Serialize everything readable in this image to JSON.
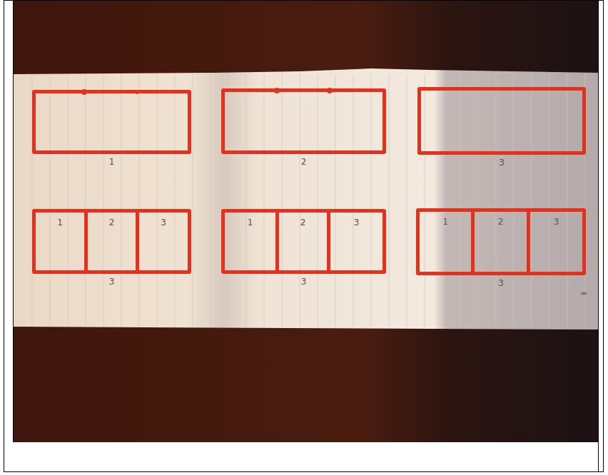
{
  "diagram": {
    "nodes": [
      {
        "text": [
          "1"
        ]
      },
      {
        "text": [
          "2"
        ]
      },
      {
        "text": [
          "3"
        ]
      },
      {
        "text": [
          "3"
        ]
      },
      {
        "text": [
          "1"
        ],
        "in": 3
      },
      {
        "text": [
          "2"
        ],
        "in": 3
      },
      {
        "text": [
          "3"
        ],
        "in": 3
      },
      {
        "text": [
          "3"
        ]
      },
      {
        "text": [
          "1"
        ],
        "in": 7
      },
      {
        "text": [
          "2"
        ],
        "in": 7
      },
      {
        "text": [
          "3"
        ],
        "in": 7
      },
      {
        "text": [
          "3"
        ]
      },
      {
        "text": [
          "1"
        ],
        "in": 11
      },
      {
        "text": [
          "2"
        ],
        "in": 11
      },
      {
        "text": [
          "3"
        ],
        "in": 11
      }
    ],
    "labels": [
      "="
    ]
  }
}
